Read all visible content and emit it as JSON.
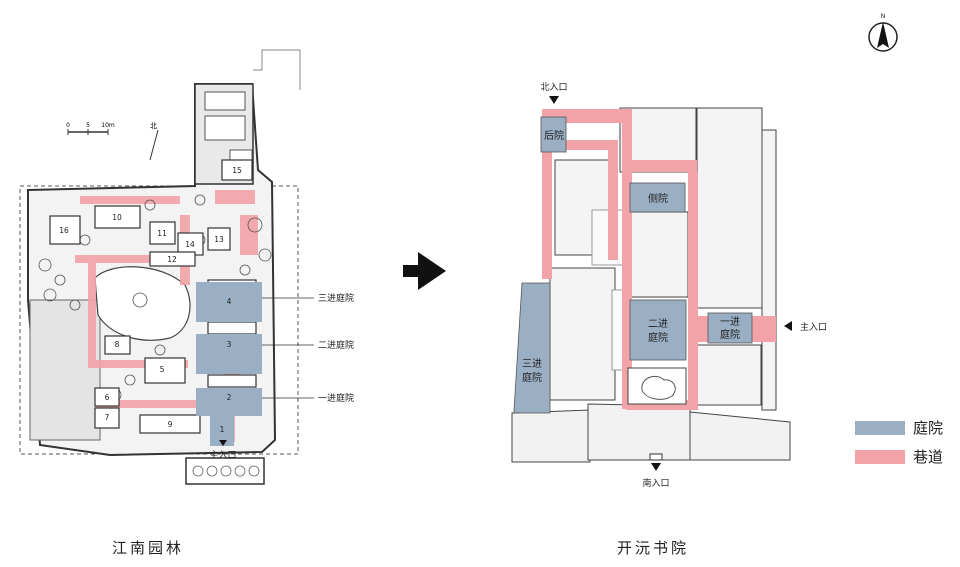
{
  "left_plan": {
    "scale_labels": [
      "0",
      "5",
      "10m"
    ],
    "north_label": "北",
    "room_numbers": [
      "16",
      "10",
      "11",
      "14",
      "12",
      "13",
      "15",
      "4",
      "3",
      "5",
      "6",
      "7",
      "8",
      "9",
      "1",
      "2"
    ],
    "callouts": [
      "三进庭院",
      "二进庭院",
      "一进庭院"
    ],
    "entrance": "主入口",
    "caption": "江南园林"
  },
  "right_plan": {
    "courtyards": {
      "rear": "后院",
      "side": "侧院",
      "second_line1": "二进",
      "second_line2": "庭院",
      "first_line1": "一进",
      "first_line2": "庭院",
      "third_line1": "三进",
      "third_line2": "庭院"
    },
    "entrances": {
      "north": "北入口",
      "main": "主入口",
      "south": "南入口"
    },
    "caption": "开沅书院"
  },
  "compass": {
    "label": "N"
  },
  "legend": [
    {
      "label": "庭院",
      "color": "#9aaec4"
    },
    {
      "label": "巷道",
      "color": "#f2a3a8"
    }
  ],
  "colors": {
    "courtyard": "#9aaec4",
    "lane": "#f2a3a8",
    "arrow": "#111111"
  }
}
